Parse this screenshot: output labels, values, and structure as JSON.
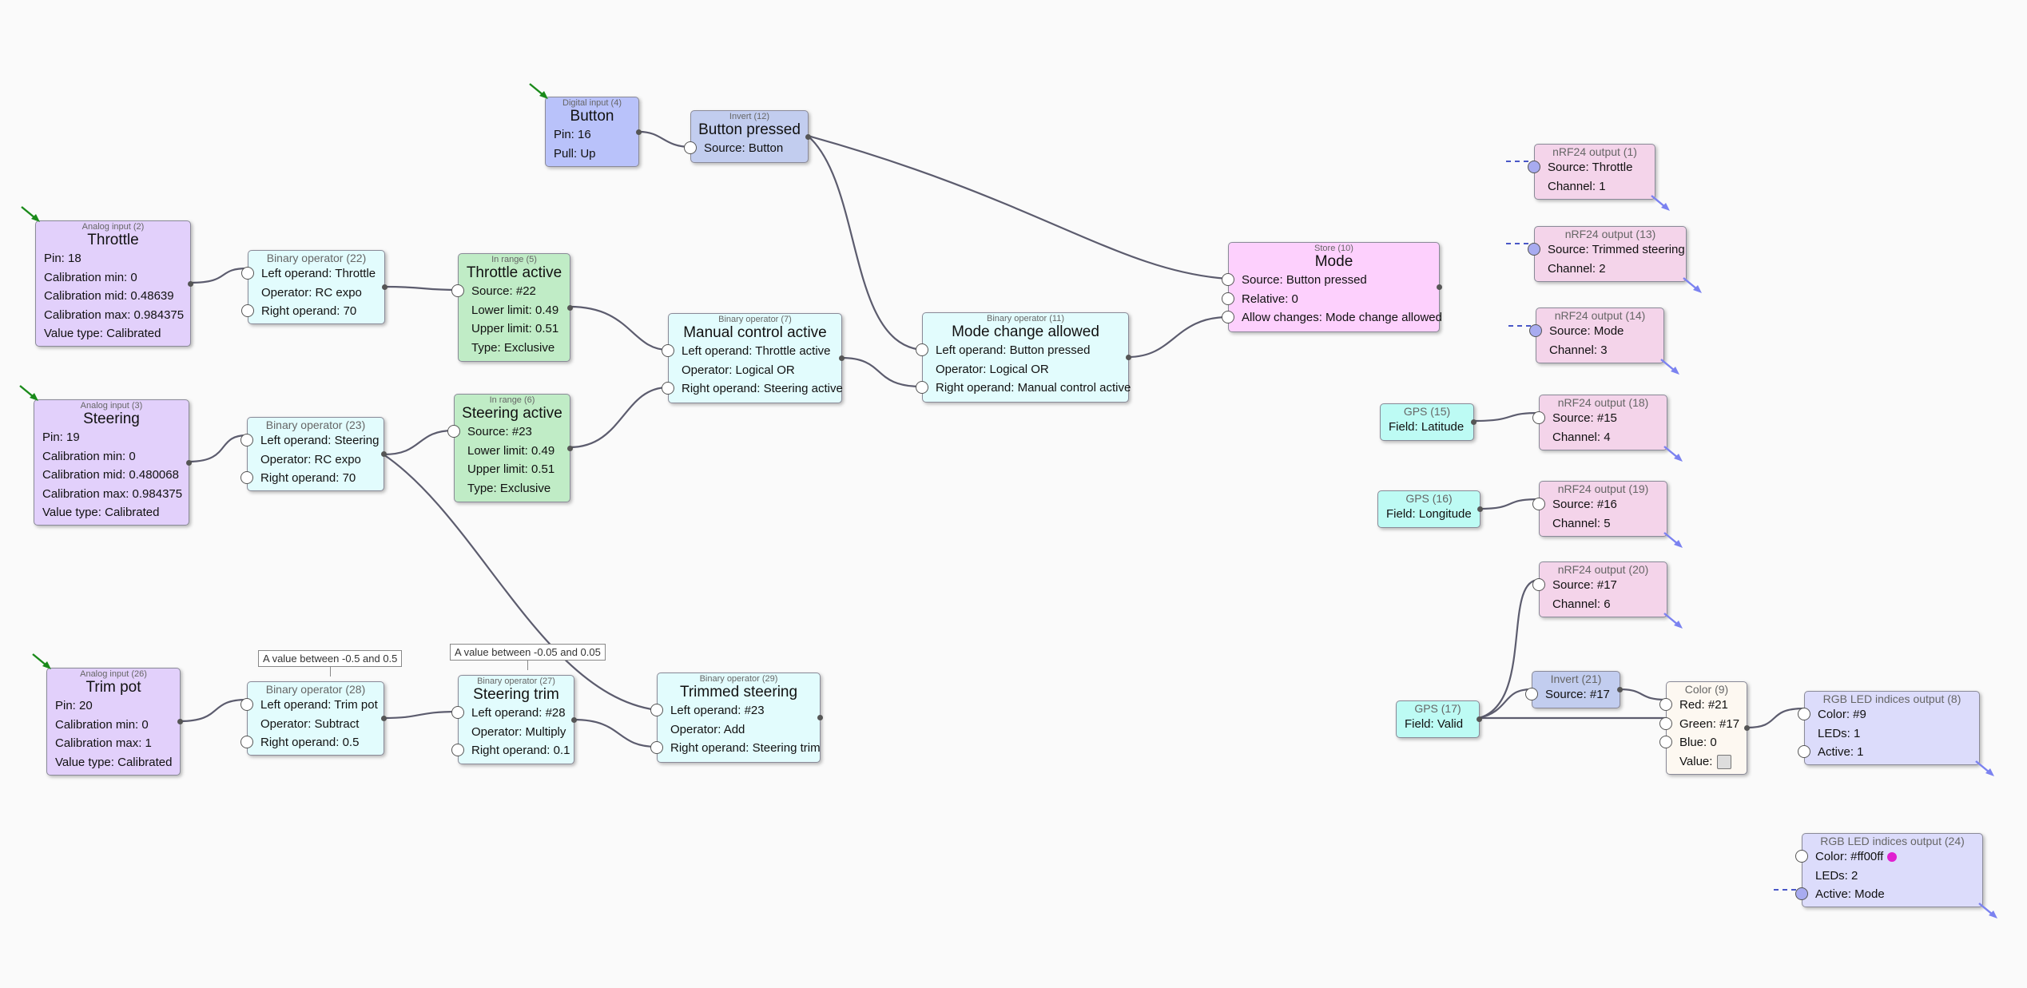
{
  "nodes": {
    "n4": {
      "type": "Digital input (4)",
      "title": "Button",
      "rows": [
        "Pin: 16",
        "Pull: Up"
      ]
    },
    "n12": {
      "type": "Invert (12)",
      "title": "Button pressed",
      "rows": [
        "Source: Button"
      ]
    },
    "n2": {
      "type": "Analog input (2)",
      "title": "Throttle",
      "rows": [
        "Pin: 18",
        "Calibration min: 0",
        "Calibration mid: 0.48639",
        "Calibration max: 0.984375",
        "Value type: Calibrated"
      ]
    },
    "n22": {
      "type": "Binary operator (22)",
      "rows": [
        "Left operand: Throttle",
        "Operator: RC expo",
        "Right operand: 70"
      ]
    },
    "n5": {
      "type": "In range (5)",
      "title": "Throttle active",
      "rows": [
        "Source: #22",
        "Lower limit: 0.49",
        "Upper limit: 0.51",
        "Type: Exclusive"
      ]
    },
    "n7": {
      "type": "Binary operator (7)",
      "title": "Manual control active",
      "rows": [
        "Left operand: Throttle active",
        "Operator: Logical OR",
        "Right operand: Steering active"
      ]
    },
    "n11": {
      "type": "Binary operator (11)",
      "title": "Mode change allowed",
      "rows": [
        "Left operand: Button pressed",
        "Operator: Logical OR",
        "Right operand: Manual control active"
      ]
    },
    "n10": {
      "type": "Store (10)",
      "title": "Mode",
      "rows": [
        "Source: Button pressed",
        "Relative: 0",
        "Allow changes: Mode change allowed"
      ]
    },
    "n3": {
      "type": "Analog input (3)",
      "title": "Steering",
      "rows": [
        "Pin: 19",
        "Calibration min: 0",
        "Calibration mid: 0.480068",
        "Calibration max: 0.984375",
        "Value type: Calibrated"
      ]
    },
    "n23": {
      "type": "Binary operator (23)",
      "rows": [
        "Left operand: Steering",
        "Operator: RC expo",
        "Right operand: 70"
      ]
    },
    "n6": {
      "type": "In range (6)",
      "title": "Steering active",
      "rows": [
        "Source: #23",
        "Lower limit: 0.49",
        "Upper limit: 0.51",
        "Type: Exclusive"
      ]
    },
    "n26": {
      "type": "Analog input (26)",
      "title": "Trim pot",
      "rows": [
        "Pin: 20",
        "Calibration min: 0",
        "Calibration max: 1",
        "Value type: Calibrated"
      ]
    },
    "n28": {
      "type": "Binary operator (28)",
      "rows": [
        "Left operand: Trim pot",
        "Operator: Subtract",
        "Right operand: 0.5"
      ]
    },
    "n27": {
      "type": "Binary operator (27)",
      "title": "Steering trim",
      "rows": [
        "Left operand: #28",
        "Operator: Multiply",
        "Right operand: 0.1"
      ]
    },
    "n29": {
      "type": "Binary operator (29)",
      "title": "Trimmed steering",
      "rows": [
        "Left operand: #23",
        "Operator: Add",
        "Right operand: Steering trim"
      ]
    },
    "o1": {
      "type": "nRF24 output (1)",
      "rows": [
        "Source: Throttle",
        "Channel: 1"
      ]
    },
    "o13": {
      "type": "nRF24 output (13)",
      "rows": [
        "Source: Trimmed steering",
        "Channel: 2"
      ]
    },
    "o14": {
      "type": "nRF24 output (14)",
      "rows": [
        "Source: Mode",
        "Channel: 3"
      ]
    },
    "o18": {
      "type": "nRF24 output (18)",
      "rows": [
        "Source: #15",
        "Channel: 4"
      ]
    },
    "o19": {
      "type": "nRF24 output (19)",
      "rows": [
        "Source: #16",
        "Channel: 5"
      ]
    },
    "o20": {
      "type": "nRF24 output (20)",
      "rows": [
        "Source: #17",
        "Channel: 6"
      ]
    },
    "g15": {
      "type": "GPS (15)",
      "rows": [
        "Field: Latitude"
      ]
    },
    "g16": {
      "type": "GPS (16)",
      "rows": [
        "Field: Longitude"
      ]
    },
    "g17": {
      "type": "GPS (17)",
      "rows": [
        "Field: Valid"
      ]
    },
    "i21": {
      "type": "Invert (21)",
      "rows": [
        "Source: #17"
      ]
    },
    "c9": {
      "type": "Color (9)",
      "rows": [
        "Red: #21",
        "Green: #17",
        "Blue: 0",
        "Value:"
      ]
    },
    "r8": {
      "type": "RGB LED indices output (8)",
      "rows": [
        "Color: #9",
        "LEDs: 1",
        "Active: 1"
      ]
    },
    "r24": {
      "type": "RGB LED indices output (24)",
      "rows": [
        "Color: #ff00ff",
        "LEDs: 2",
        "Active: Mode"
      ]
    }
  },
  "comments": {
    "c28": "A value between -0.5 and 0.5",
    "c27": "A value between -0.05 and 0.05"
  },
  "colors": {
    "analog_input": "#e2d0fb",
    "digital_input": "#b9c2fa",
    "invert": "#c2cdef",
    "binary_operator": "#e2fcfd",
    "in_range": "#c0ecc6",
    "store": "#fdd0fd",
    "nrf24_output": "#f4d4ea",
    "gps": "#bdfbf4",
    "color": "#fdf8f1",
    "rgb_output": "#dcdcfb",
    "wire": "#5c5c6e",
    "input_arrow": "#1a8a1a",
    "output_arrow": "#7b82f0",
    "magenta": "#e020d0"
  },
  "icons": {
    "input_marker": "green-arrow-icon",
    "output_marker": "blue-arrow-icon",
    "port": "circle-port-icon"
  }
}
